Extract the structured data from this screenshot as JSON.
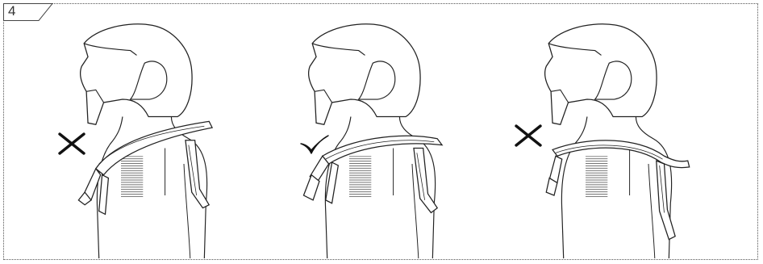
{
  "step": {
    "number": "4"
  },
  "panels": [
    {
      "id": "too-far-forward",
      "verdict": "incorrect",
      "mark_icon": "cross-icon"
    },
    {
      "id": "correct-fit",
      "verdict": "correct",
      "mark_icon": "checkmark-icon"
    },
    {
      "id": "too-far-back",
      "verdict": "incorrect",
      "mark_icon": "cross-icon"
    }
  ]
}
